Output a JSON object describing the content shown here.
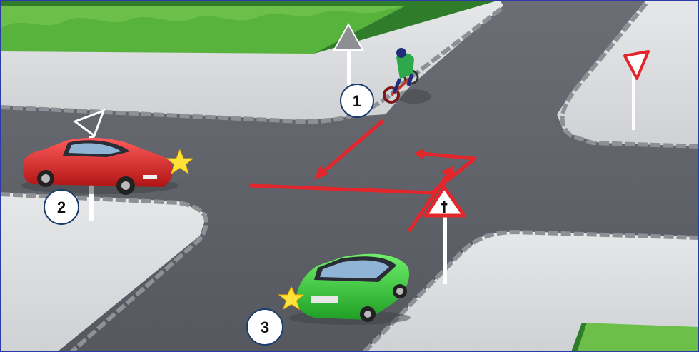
{
  "scene": {
    "labels": [
      {
        "id": "cyclist",
        "text": "1"
      },
      {
        "id": "red-car",
        "text": "2"
      },
      {
        "id": "green-car",
        "text": "3"
      }
    ],
    "signs": [
      {
        "name": "give-way-sign",
        "shape": "inverted-triangle"
      },
      {
        "name": "crossroads-warning-sign",
        "shape": "triangle",
        "symbol": "†"
      },
      {
        "name": "direction-arrow-sign",
        "shape": "arrow-up"
      }
    ],
    "colors": {
      "road": "#5d6066",
      "road_dark": "#4c4f55",
      "sidewalk": "#d9dadc",
      "curb": "#9b9da1",
      "grass": "#6cc04a",
      "path_arrows": "#e3262b",
      "red_car": "#e02b2b",
      "green_car": "#35c63a",
      "badge_fill": "#ffffff",
      "badge_stroke": "#1a3c6e"
    }
  }
}
